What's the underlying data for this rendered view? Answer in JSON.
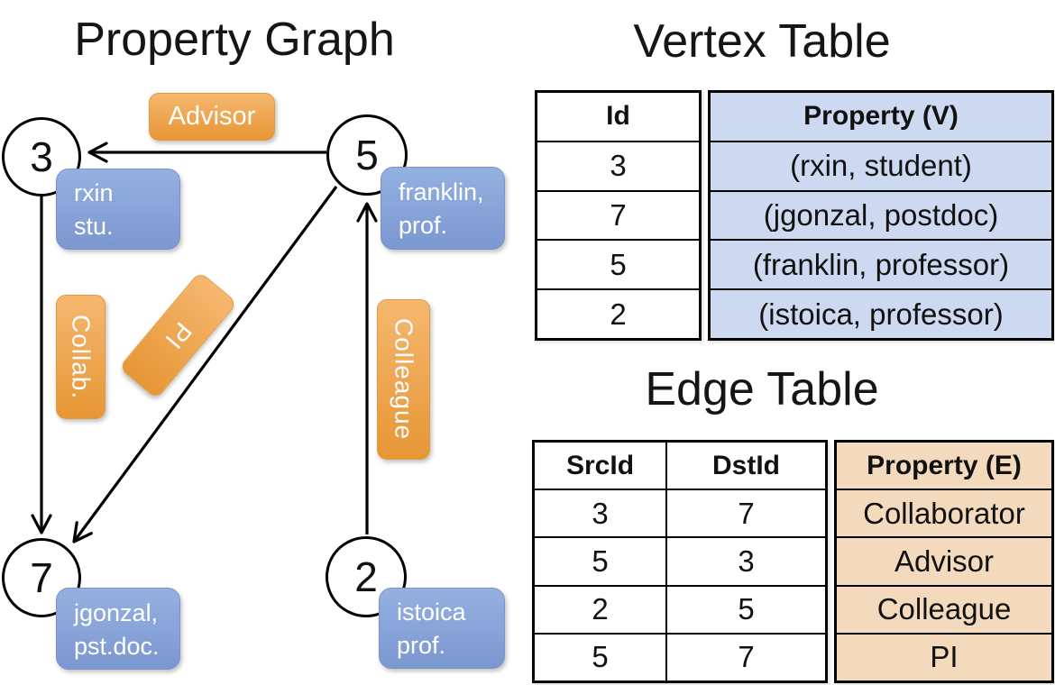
{
  "titles": {
    "property_graph": "Property Graph",
    "vertex_table": "Vertex Table",
    "edge_table": "Edge Table"
  },
  "graph": {
    "nodes": [
      {
        "id": "3",
        "line1": "rxin",
        "line2": "stu."
      },
      {
        "id": "5",
        "line1": "franklin,",
        "line2": "prof."
      },
      {
        "id": "7",
        "line1": "jgonzal,",
        "line2": "pst.doc."
      },
      {
        "id": "2",
        "line1": "istoica",
        "line2": "prof."
      }
    ],
    "edge_labels": {
      "advisor": "Advisor",
      "collab": "Collab.",
      "pi": "PI",
      "colleague": "Colleague"
    }
  },
  "vertex_table": {
    "headers": {
      "id": "Id",
      "property": "Property (V)"
    },
    "rows": [
      {
        "id": "3",
        "property": "(rxin, student)"
      },
      {
        "id": "7",
        "property": "(jgonzal, postdoc)"
      },
      {
        "id": "5",
        "property": "(franklin, professor)"
      },
      {
        "id": "2",
        "property": "(istoica, professor)"
      }
    ]
  },
  "edge_table": {
    "headers": {
      "src": "SrcId",
      "dst": "DstId",
      "property": "Property (E)"
    },
    "rows": [
      {
        "src": "3",
        "dst": "7",
        "property": "Collaborator"
      },
      {
        "src": "5",
        "dst": "3",
        "property": "Advisor"
      },
      {
        "src": "2",
        "dst": "5",
        "property": "Colleague"
      },
      {
        "src": "5",
        "dst": "7",
        "property": "PI"
      }
    ]
  },
  "colors": {
    "edge_label_fill_top": "#f5b76f",
    "edge_label_fill_bottom": "#e79635",
    "vertex_label_fill_top": "#95b1e1",
    "vertex_label_fill_bottom": "#7b97d0",
    "vertex_table_fill": "#ccd9f0",
    "edge_table_fill": "#f4dabc",
    "line_color": "#000000"
  }
}
